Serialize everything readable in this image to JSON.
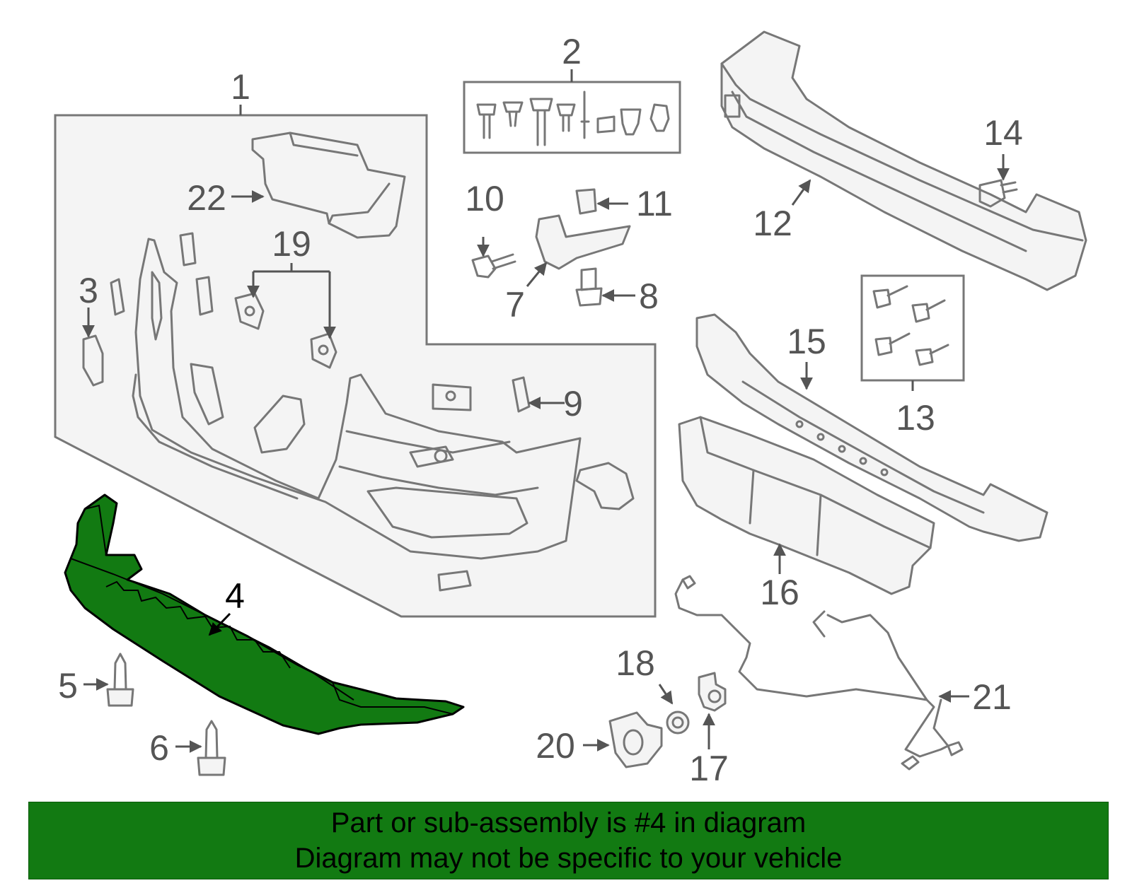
{
  "colors": {
    "highlight_part": "#127a12",
    "banner": "#127a12",
    "line_art": "#777777",
    "group_box_fill": "#f4f4f4"
  },
  "callouts": {
    "c1": "1",
    "c2": "2",
    "c3": "3",
    "c4": "4",
    "c5": "5",
    "c6": "6",
    "c7": "7",
    "c8": "8",
    "c9": "9",
    "c10": "10",
    "c11": "11",
    "c12": "12",
    "c13": "13",
    "c14": "14",
    "c15": "15",
    "c16": "16",
    "c17": "17",
    "c18": "18",
    "c19": "19",
    "c20": "20",
    "c21": "21",
    "c22": "22"
  },
  "highlighted_part": "4",
  "banner": {
    "line1": "Part or sub-assembly is #4 in diagram",
    "line2": "Diagram may not be specific to your vehicle"
  }
}
